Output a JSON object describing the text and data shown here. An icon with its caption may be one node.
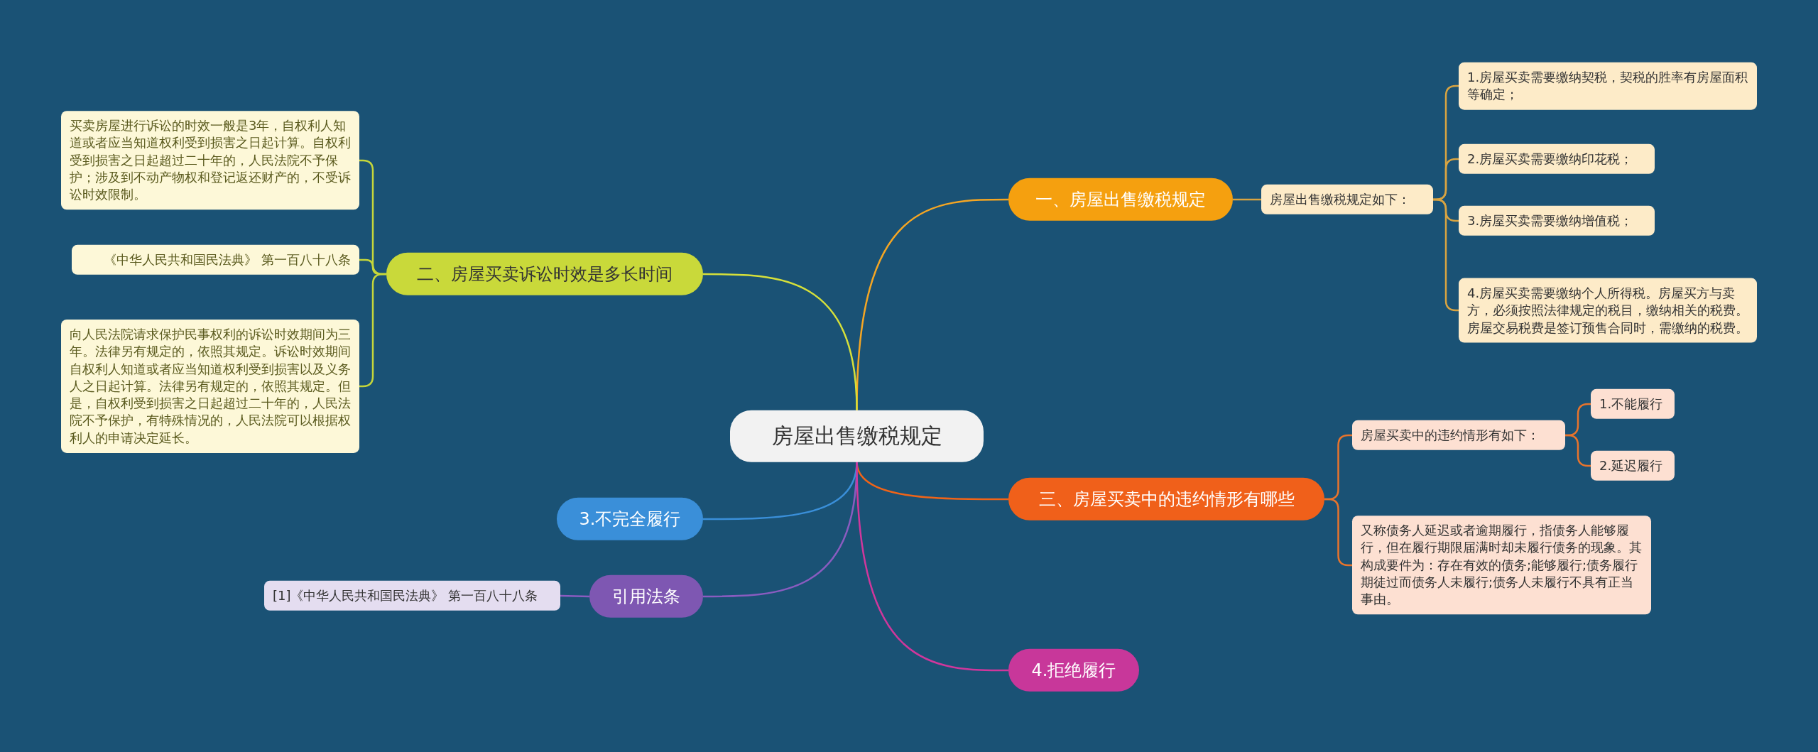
{
  "diagram": {
    "nodes": [
      {
        "text": [
          "房屋出售缴税规定"
        ]
      },
      {
        "text": [
          "一、房屋出售缴税规定"
        ]
      },
      {
        "text": [
          "房屋出售缴税规定如下："
        ]
      },
      {
        "text": [
          "1.房屋买卖需要缴纳契税，契税的胜率有房屋面积等确定；"
        ]
      },
      {
        "text": [
          "2.房屋买卖需要缴纳印花税；"
        ]
      },
      {
        "text": [
          "3.房屋买卖需要缴纳增值税；"
        ]
      },
      {
        "text": [
          "4.房屋买卖需要缴纳个人所得税。房屋买方与卖方，必须按照法律规定的税目，缴纳相关的税费。房屋交易税费是签订预售合同时，需缴纳的税费。"
        ]
      },
      {
        "text": [
          "二、房屋买卖诉讼时效是多长时间"
        ]
      },
      {
        "text": [
          "买卖房屋进行诉讼的时效一般是3年，自权利人知道或者应当知道权利受到损害之日起计算。自权利受到损害之日起超过二十年的，人民法院不予保护；涉及到不动产物权和登记返还财产的，不受诉讼时效限制。"
        ]
      },
      {
        "text": [
          "《中华人民共和国民法典》 第一百八十八条"
        ]
      },
      {
        "text": [
          "向人民法院请求保护民事权利的诉讼时效期间为三年。法律另有规定的，依照其规定。诉讼时效期间自权利人知道或者应当知道权利受到损害以及义务人之日起计算。法律另有规定的，依照其规定。但是，自权利受到损害之日起超过二十年的，人民法院不予保护，有特殊情况的，人民法院可以根据权利人的申请决定延长。"
        ]
      },
      {
        "text": [
          "三、房屋买卖中的违约情形有哪些"
        ]
      },
      {
        "text": [
          "房屋买卖中的违约情形有如下："
        ]
      },
      {
        "text": [
          "1.不能履行"
        ]
      },
      {
        "text": [
          "2.延迟履行"
        ]
      },
      {
        "text": [
          "又称债务人延迟或者逾期履行，指债务人能够履行，但在履行期限届满时却未履行债务的现象。其构成要件为：存在有效的债务;能够履行;债务履行期徒过而债务人未履行;债务人未履行不具有正当事由。"
        ]
      },
      {
        "text": [
          "3.不完全履行"
        ]
      },
      {
        "text": [
          "引用法条"
        ]
      },
      {
        "text": [
          "[1]《中华人民共和国民法典》 第一百八十八条"
        ]
      },
      {
        "text": [
          "4.拒绝履行"
        ]
      }
    ],
    "edges": [
      {
        "from": 0,
        "to": 1,
        "arrow": "none",
        "color": "#f5a623"
      },
      {
        "from": 1,
        "to": 2,
        "arrow": "none",
        "color": "#d9a441"
      },
      {
        "from": 2,
        "to": 3,
        "arrow": "none",
        "color": "#d9a441"
      },
      {
        "from": 2,
        "to": 4,
        "arrow": "none",
        "color": "#d9a441"
      },
      {
        "from": 2,
        "to": 5,
        "arrow": "none",
        "color": "#d9a441"
      },
      {
        "from": 2,
        "to": 6,
        "arrow": "none",
        "color": "#d9a441"
      },
      {
        "from": 0,
        "to": 7,
        "arrow": "none",
        "color": "#d6e03a"
      },
      {
        "from": 7,
        "to": 8,
        "arrow": "none",
        "color": "#c5d63a"
      },
      {
        "from": 7,
        "to": 9,
        "arrow": "none",
        "color": "#c5d63a"
      },
      {
        "from": 7,
        "to": 10,
        "arrow": "none",
        "color": "#c5d63a"
      },
      {
        "from": 0,
        "to": 11,
        "arrow": "none",
        "color": "#f06418"
      },
      {
        "from": 11,
        "to": 12,
        "arrow": "none",
        "color": "#e8742c"
      },
      {
        "from": 12,
        "to": 13,
        "arrow": "none",
        "color": "#e8742c"
      },
      {
        "from": 12,
        "to": 14,
        "arrow": "none",
        "color": "#e8742c"
      },
      {
        "from": 11,
        "to": 15,
        "arrow": "none",
        "color": "#e8742c"
      },
      {
        "from": 0,
        "to": 16,
        "arrow": "none",
        "color": "#3a8fd9"
      },
      {
        "from": 0,
        "to": 17,
        "arrow": "none",
        "color": "#8a5cc0"
      },
      {
        "from": 17,
        "to": 18,
        "arrow": "none",
        "color": "#8a5cc0"
      },
      {
        "from": 0,
        "to": 19,
        "arrow": "none",
        "color": "#d0379c"
      }
    ]
  }
}
